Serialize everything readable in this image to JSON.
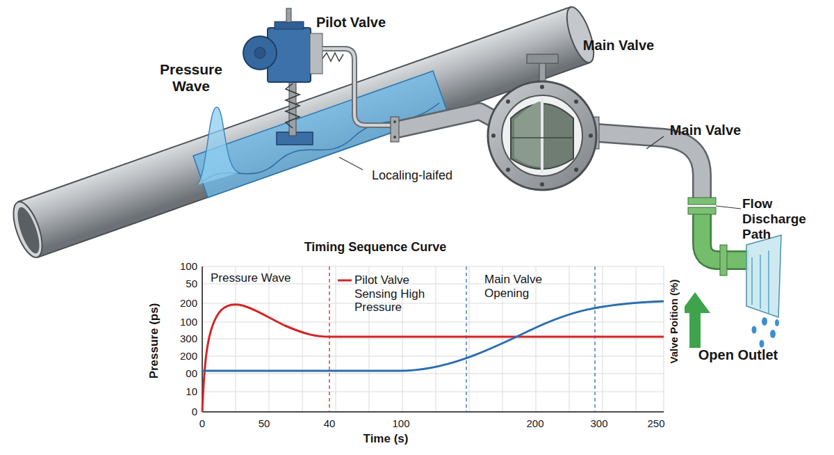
{
  "diagram": {
    "labels": [
      "Pilot Valve",
      "Pressure Wave",
      "Main Valve",
      "Main Valve",
      "Localing-laifed",
      "Flow Discharge Path",
      "Open Outlet",
      "Timing Sequence Curve",
      "Pressure Wave",
      "Main Valve Opening",
      "Pressure (ps)",
      "Valve Poition (%)",
      "Time (s)",
      "100",
      "50",
      "200",
      "100",
      "300",
      "200",
      "00",
      "10",
      "0",
      "0",
      "50",
      "40",
      "100",
      "200",
      "300",
      "250"
    ],
    "legend": [
      {
        "text": "Pilot Valve Sensing High Pressure"
      }
    ]
  }
}
